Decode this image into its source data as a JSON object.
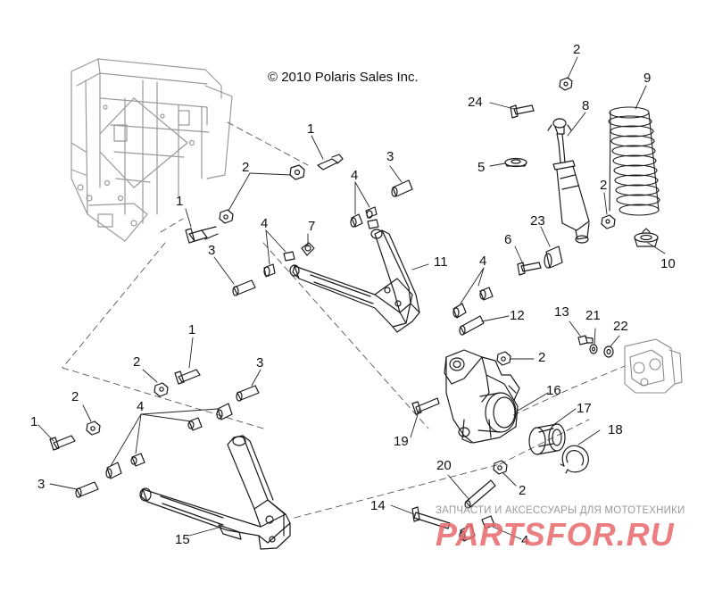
{
  "copyright": "© 2010 Polaris Sales Inc.",
  "watermark": {
    "tagline": "ЗАПЧАСТИ И АКСЕССУАРЫ ДЛЯ МОТОТЕХНИКИ",
    "logo_text": "PARTSFOR.RU",
    "logo_color": "#e8676b"
  },
  "callouts": [
    {
      "id": "c2a",
      "label": "2"
    },
    {
      "id": "c24",
      "label": "24"
    },
    {
      "id": "c8",
      "label": "8"
    },
    {
      "id": "c9",
      "label": "9"
    },
    {
      "id": "c1a",
      "label": "1"
    },
    {
      "id": "c3a",
      "label": "3"
    },
    {
      "id": "c2b",
      "label": "2"
    },
    {
      "id": "c4a",
      "label": "4"
    },
    {
      "id": "c5",
      "label": "5"
    },
    {
      "id": "c2c",
      "label": "2"
    },
    {
      "id": "c1b",
      "label": "1"
    },
    {
      "id": "c23",
      "label": "23"
    },
    {
      "id": "c4b",
      "label": "4"
    },
    {
      "id": "c7",
      "label": "7"
    },
    {
      "id": "c3b",
      "label": "3"
    },
    {
      "id": "c6",
      "label": "6"
    },
    {
      "id": "c10",
      "label": "10"
    },
    {
      "id": "c11",
      "label": "11"
    },
    {
      "id": "c4c",
      "label": "4"
    },
    {
      "id": "c12",
      "label": "12"
    },
    {
      "id": "c13",
      "label": "13"
    },
    {
      "id": "c21",
      "label": "21"
    },
    {
      "id": "c22",
      "label": "22"
    },
    {
      "id": "c1c",
      "label": "1"
    },
    {
      "id": "c2d",
      "label": "2"
    },
    {
      "id": "c3c",
      "label": "3"
    },
    {
      "id": "c2e",
      "label": "2"
    },
    {
      "id": "c16",
      "label": "16"
    },
    {
      "id": "c2f",
      "label": "2"
    },
    {
      "id": "c4d",
      "label": "4"
    },
    {
      "id": "c17",
      "label": "17"
    },
    {
      "id": "c1d",
      "label": "1"
    },
    {
      "id": "c18",
      "label": "18"
    },
    {
      "id": "c19",
      "label": "19"
    },
    {
      "id": "c20",
      "label": "20"
    },
    {
      "id": "c3d",
      "label": "3"
    },
    {
      "id": "c2g",
      "label": "2"
    },
    {
      "id": "c14",
      "label": "14"
    },
    {
      "id": "c15",
      "label": "15"
    },
    {
      "id": "c4e",
      "label": "4"
    }
  ]
}
